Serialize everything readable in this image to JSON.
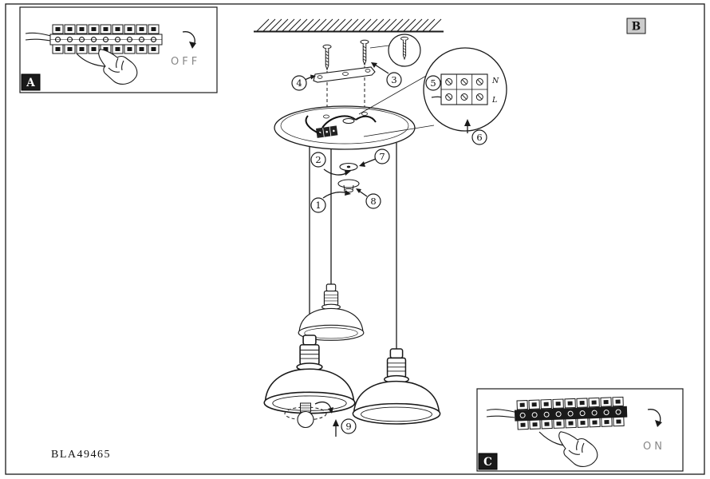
{
  "document": {
    "model_number": "BLA49465"
  },
  "panels": {
    "a": {
      "label": "A",
      "state_label": "OFF"
    },
    "b": {
      "label": "B"
    },
    "c": {
      "label": "C",
      "state_label": "ON"
    }
  },
  "callouts": {
    "c1": "1",
    "c2": "2",
    "c3": "3",
    "c4": "4",
    "c5": "5",
    "c6": "6",
    "c7": "7",
    "c8": "8",
    "c9": "9"
  },
  "terminal_detail": {
    "neutral_label": "N",
    "live_label": "L"
  },
  "colors": {
    "line": "#1a1a1a",
    "tag_dark": "#1a1a1a",
    "tag_light": "#cccccc"
  }
}
